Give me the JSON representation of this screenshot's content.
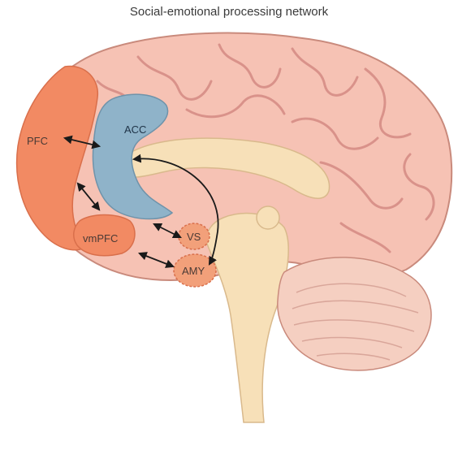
{
  "title": "Social-emotional processing network",
  "regions": {
    "pfc": "PFC",
    "acc": "ACC",
    "vmpfc": "vmPFC",
    "vs": "VS",
    "amy": "AMY"
  },
  "colors": {
    "cortex": "#f6c2b4",
    "cortex_outline": "#c98a7c",
    "gyri": "#d9928a",
    "pfc": "#f28a63",
    "acc": "#8fb3c9",
    "subcortical": "#f2a07a",
    "brainstem": "#f7e0b8",
    "cerebellum": "#f5cfc1",
    "arrow": "#1a1a1a"
  },
  "connections": [
    [
      "PFC",
      "ACC"
    ],
    [
      "PFC",
      "vmPFC"
    ],
    [
      "vmPFC",
      "VS"
    ],
    [
      "vmPFC",
      "AMY"
    ],
    [
      "ACC",
      "AMY"
    ]
  ]
}
